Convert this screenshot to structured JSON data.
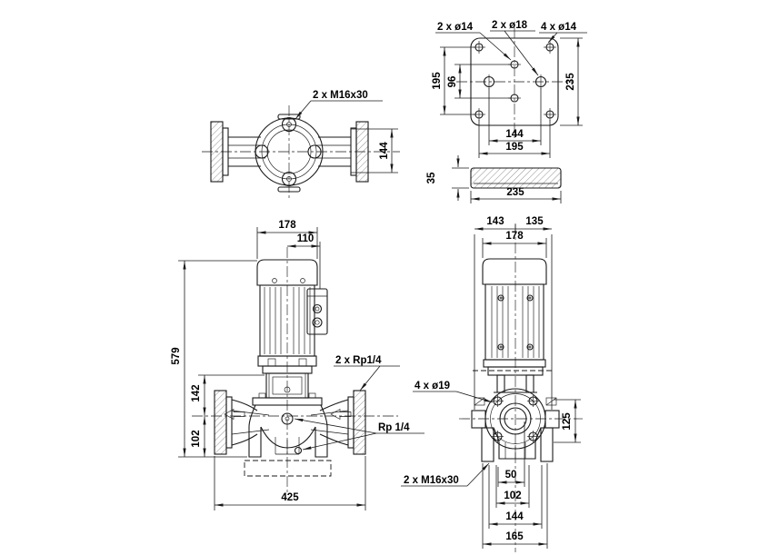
{
  "drawing": {
    "background": "#ffffff",
    "line_color": "#1a1a1a",
    "views": {
      "top_view": {
        "labels": {
          "tapped_holes": "2 x M16x30"
        },
        "dims": {
          "flange_height": "144"
        }
      },
      "base_plate_top": {
        "labels": {
          "center_holes": "2 x ø14",
          "middle_holes": "2 x ø18",
          "corner_holes": "4 x ø14"
        },
        "dims": {
          "corner_spacing_v": "195",
          "center_spacing": "96",
          "plate_height": "235",
          "middle_spacing": "144",
          "corner_spacing_h": "195"
        }
      },
      "base_plate_side": {
        "dims": {
          "thickness": "35",
          "plate_width": "235"
        }
      },
      "side_view": {
        "dims": {
          "motor_width": "178",
          "center_to_box": "110",
          "total_height": "579",
          "center_to_head": "142",
          "center_to_base": "102",
          "port_to_port": "425"
        },
        "labels": {
          "gauge_ports": "2 x Rp1/4",
          "plugs": "Rp 1/4"
        }
      },
      "front_view": {
        "dims": {
          "width_left": "143",
          "width_right": "135",
          "motor_width": "178",
          "flange_offset": "125",
          "foot_dim_a": "50",
          "foot_dim_b": "102",
          "foot_dim_c": "144",
          "foot_dim_d": "165"
        },
        "labels": {
          "flange_holes": "4 x ø19",
          "foot_tapped_holes": "2 x M16x30"
        }
      }
    }
  }
}
